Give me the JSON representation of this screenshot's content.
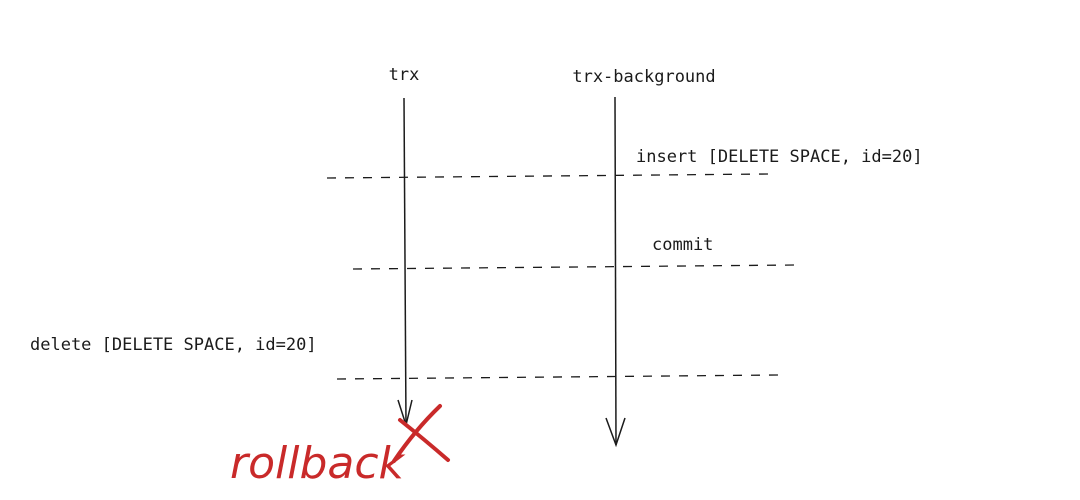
{
  "diagram": {
    "lanes": [
      {
        "label": "trx"
      },
      {
        "label": "trx-background"
      }
    ],
    "events": [
      {
        "label": "insert [DELETE SPACE, id=20]",
        "lane": "trx-background"
      },
      {
        "label": "commit",
        "lane": "trx-background"
      },
      {
        "label": "delete [DELETE SPACE, id=20]",
        "lane": "trx"
      }
    ],
    "annotation": {
      "label": "rollback",
      "color": "#c92a2a"
    },
    "line_color": "#1b1b1b"
  }
}
